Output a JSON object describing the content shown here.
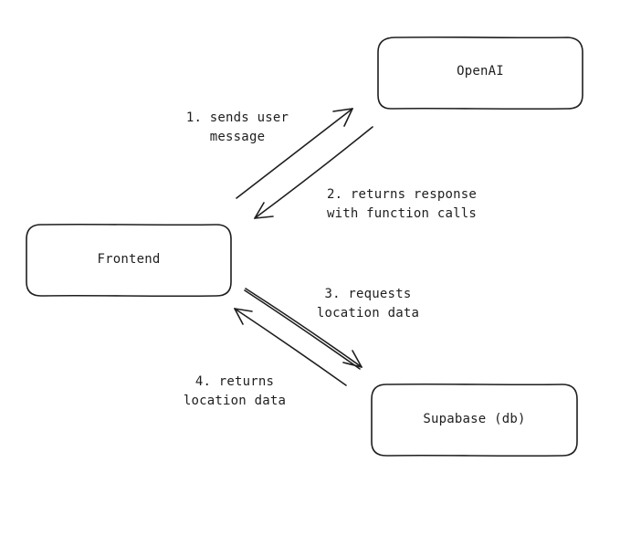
{
  "nodes": {
    "openai": {
      "label": "OpenAI"
    },
    "frontend": {
      "label": "Frontend"
    },
    "supabase": {
      "label": "Supabase (db)"
    }
  },
  "edges": {
    "e1": {
      "line1": "1. sends user",
      "line2": "message"
    },
    "e2": {
      "line1": "2. returns response",
      "line2": "with function calls"
    },
    "e3": {
      "line1": "3. requests",
      "line2": "location data"
    },
    "e4": {
      "line1": "4. returns",
      "line2": "location data"
    }
  },
  "colors": {
    "stroke": "#1e1e1e",
    "background": "#ffffff"
  }
}
